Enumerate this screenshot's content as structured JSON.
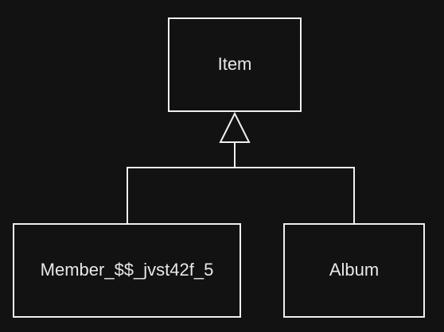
{
  "diagram": {
    "background_color": "#121212",
    "stroke_color": "#f0f0f0",
    "text_color": "#e8e8e8",
    "relationship": "inheritance",
    "parent": {
      "label": "Item"
    },
    "children": [
      {
        "label": "Member_$$_jvst42f_5"
      },
      {
        "label": "Album"
      }
    ]
  }
}
